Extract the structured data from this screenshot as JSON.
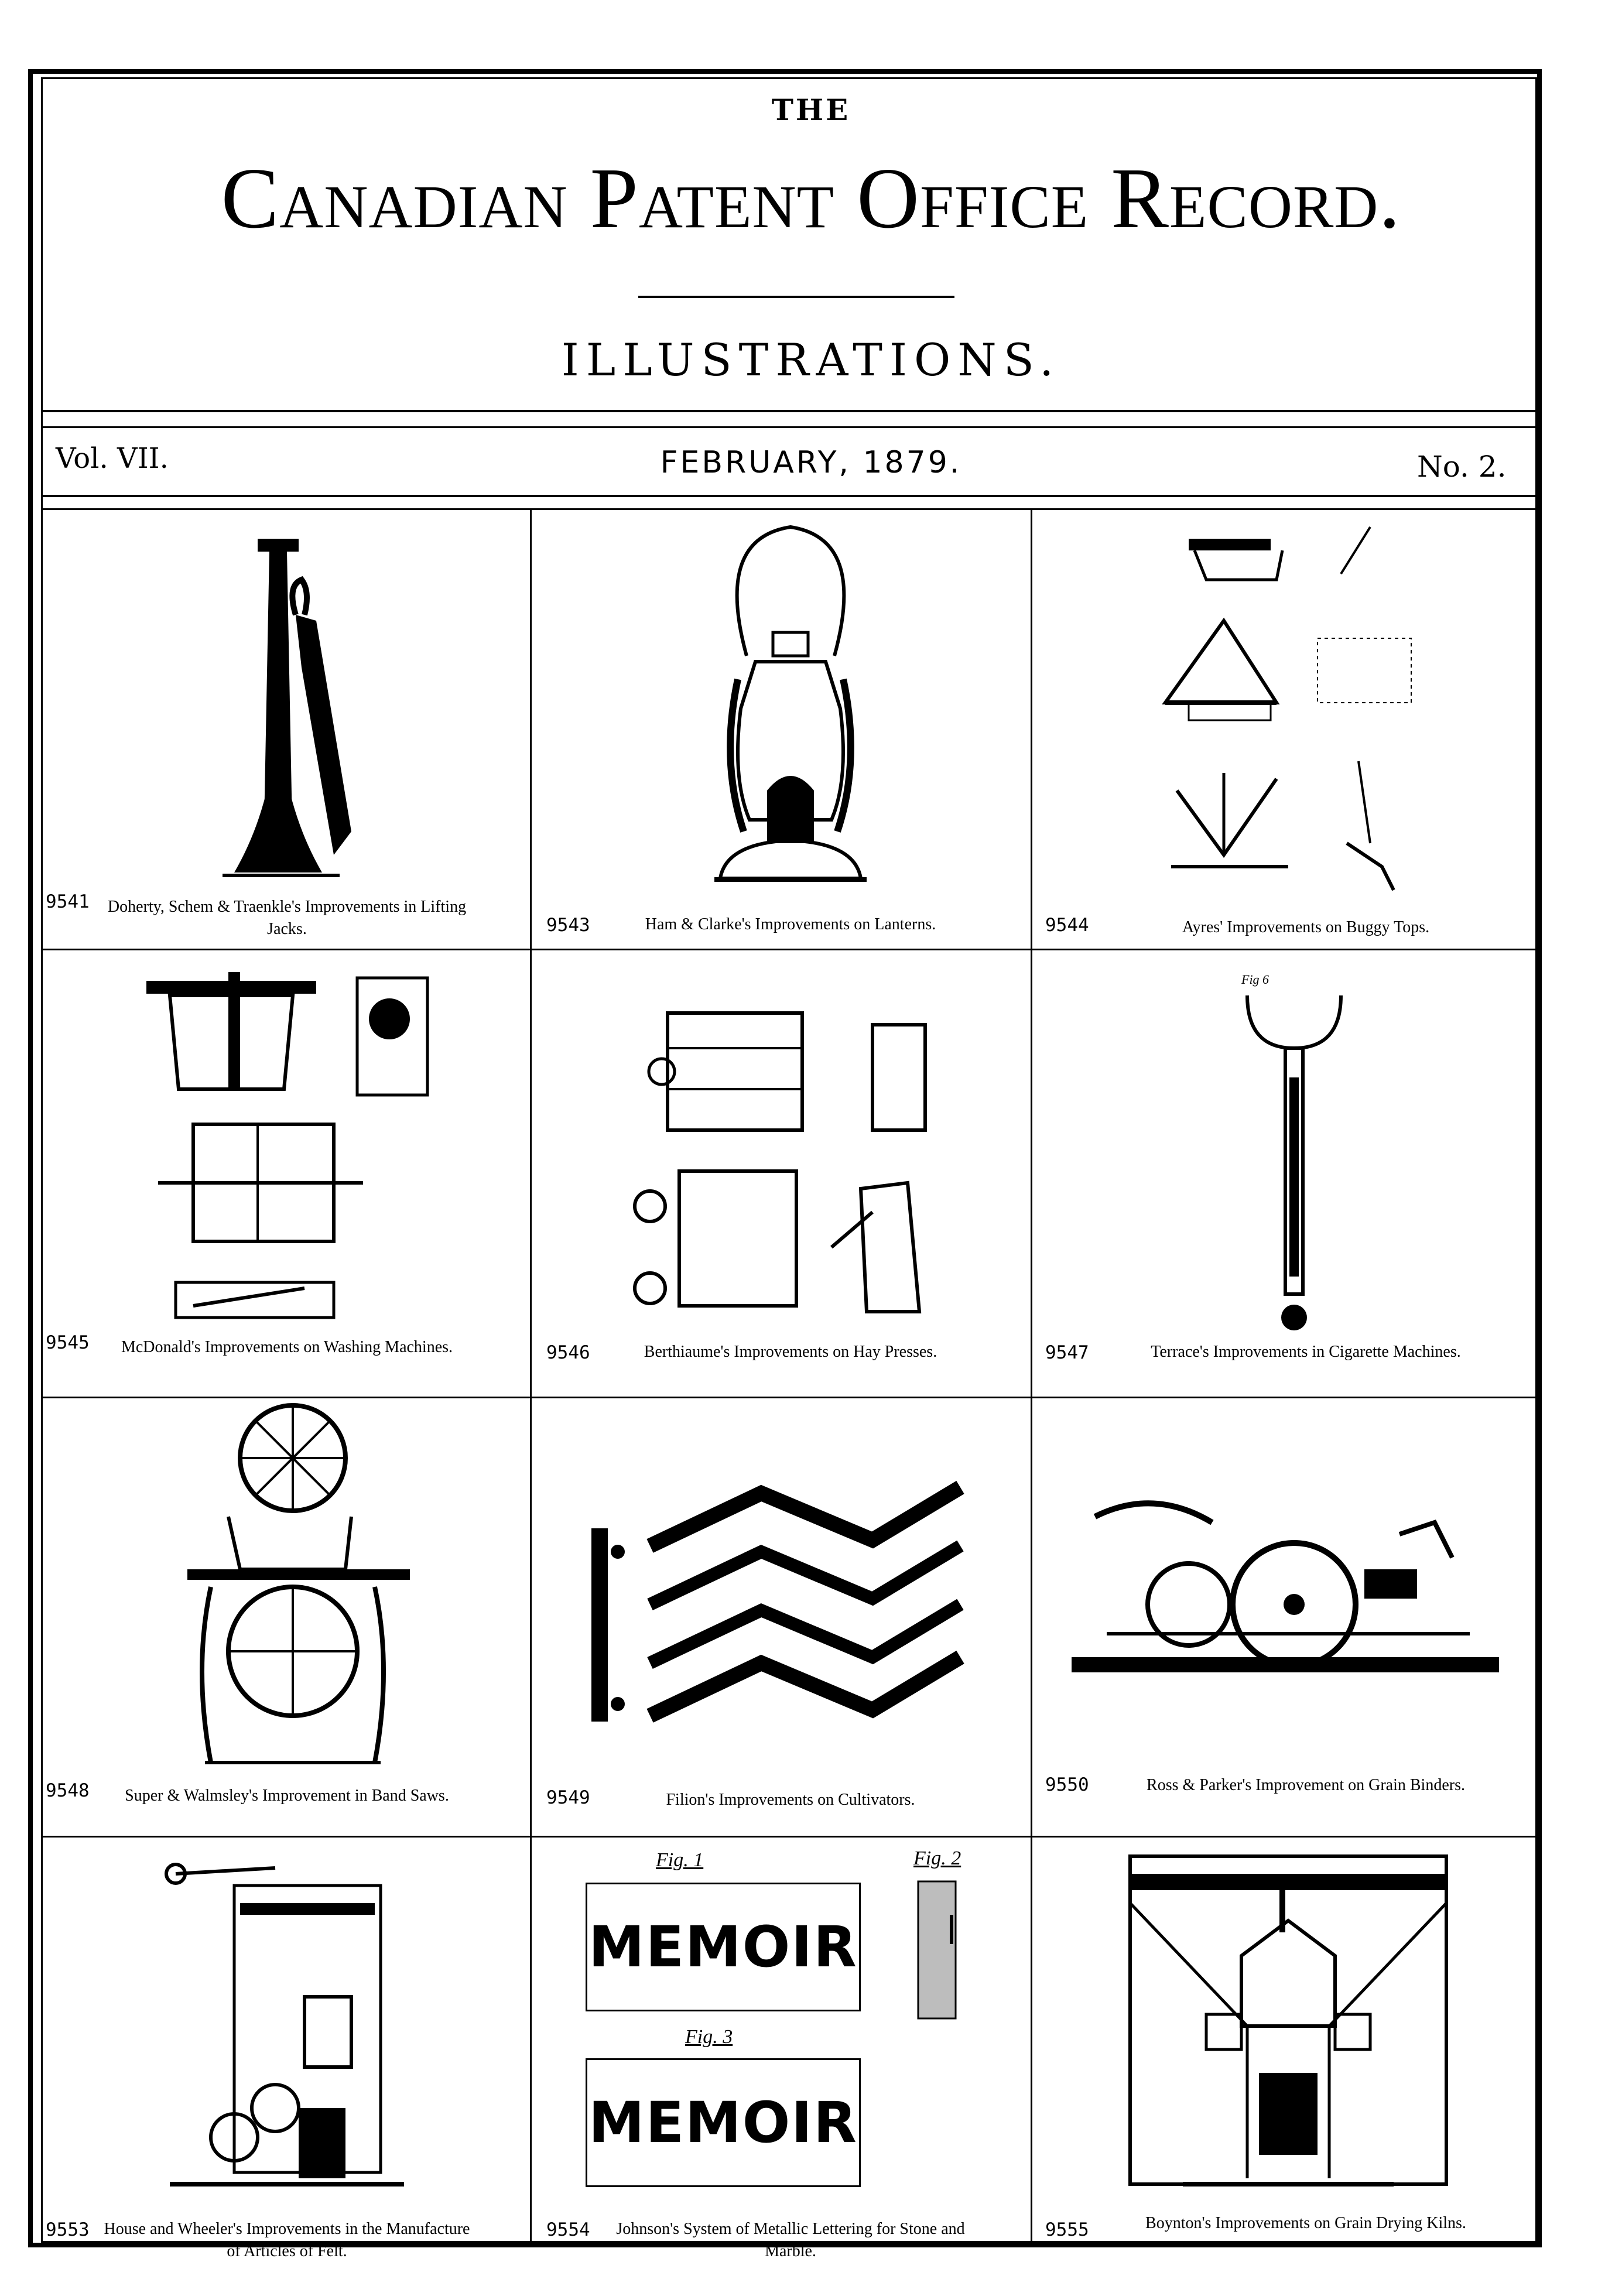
{
  "header": {
    "the": "THE",
    "title": "Canadian Patent Office Record.",
    "section": "ILLUSTRATIONS.",
    "volume": "Vol. VII.",
    "date": "FEBRUARY, 1879.",
    "number": "No. 2."
  },
  "patents": [
    {
      "number": "9541",
      "caption": "Doherty, Schem & Traenkle's Improvements in Lifting Jacks.",
      "figure": "lifting-jack-icon"
    },
    {
      "number": "9543",
      "caption": "Ham & Clarke's Improvements on Lanterns.",
      "figure": "lantern-icon"
    },
    {
      "number": "9544",
      "caption": "Ayres' Improvements on Buggy Tops.",
      "figure": "buggy-top-icon"
    },
    {
      "number": "9545",
      "caption": "McDonald's Improvements on Washing Machines.",
      "figure": "washing-machine-icon"
    },
    {
      "number": "9546",
      "caption": "Berthiaume's Improvements on Hay Presses.",
      "figure": "hay-press-icon"
    },
    {
      "number": "9547",
      "caption": "Terrace's Improvements in Cigarette Machines.",
      "figure": "cigarette-machine-icon"
    },
    {
      "number": "9548",
      "caption": "Super & Walmsley's Improvement in Band Saws.",
      "figure": "band-saw-icon"
    },
    {
      "number": "9549",
      "caption": "Filion's Improvements on Cultivators.",
      "figure": "cultivator-icon"
    },
    {
      "number": "9550",
      "caption": "Ross & Parker's Improvement on Grain Binders.",
      "figure": "grain-binder-icon"
    },
    {
      "number": "9553",
      "caption": "House and Wheeler's Improvements in the Manufacture of Articles of Felt.",
      "figure": "felt-machine-icon"
    },
    {
      "number": "9554",
      "caption": "Johnson's System of Metallic Lettering for Stone and Marble.",
      "figure": "metallic-lettering-icon"
    },
    {
      "number": "9555",
      "caption": "Boynton's Improvements on Grain Drying Kilns.",
      "figure": "grain-kiln-icon"
    }
  ],
  "lettering": {
    "sign_word": "MEMOIR",
    "fig1": "Fig. 1",
    "fig2": "Fig. 2",
    "fig3": "Fig. 3"
  },
  "cigarette": {
    "fig_label": "Fig 6"
  }
}
